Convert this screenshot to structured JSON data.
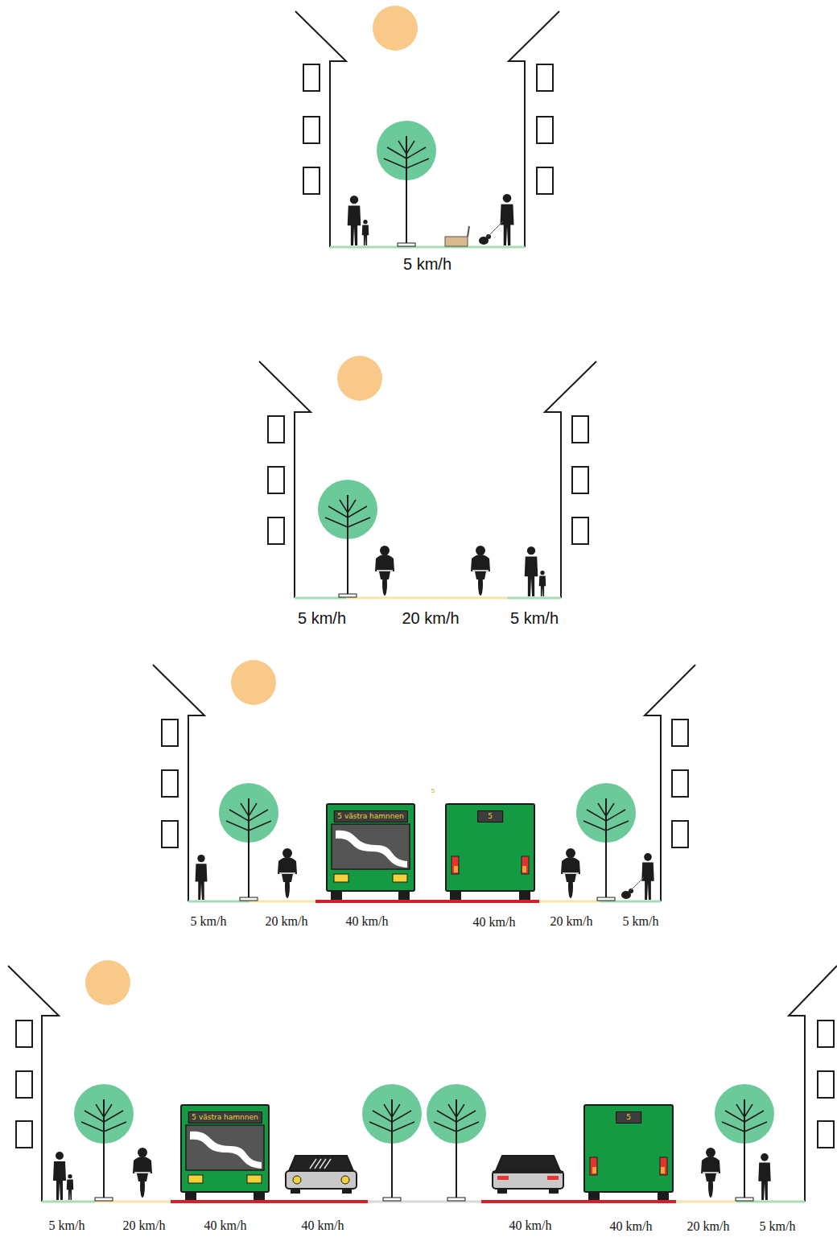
{
  "diagram": {
    "nodes": [
      {
        "text": [
          "5 västra hamnnen"
        ]
      },
      {
        "text": [
          "5"
        ]
      },
      {
        "text": [
          "5 västra hamnnen"
        ]
      },
      {
        "text": [
          "5"
        ]
      }
    ],
    "edges": [],
    "labels": [
      "5 km/h",
      "5 km/h",
      "20 km/h",
      "5 km/h",
      "5",
      "5 km/h",
      "20 km/h",
      "40 km/h",
      "40 km/h",
      "20 km/h",
      "5 km/h",
      "5 km/h",
      "20 km/h",
      "40 km/h",
      "40 km/h",
      "40 km/h",
      "40 km/h",
      "20 km/h",
      "5 km/h"
    ]
  }
}
